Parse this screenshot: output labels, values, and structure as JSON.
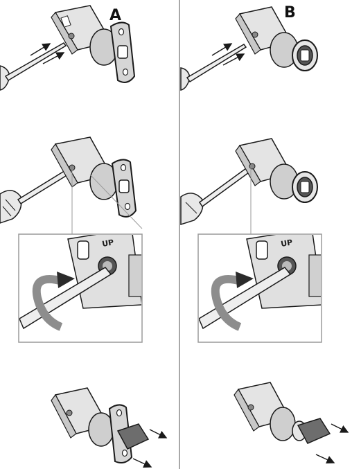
{
  "panels": {
    "left": {
      "label": "A"
    },
    "right": {
      "label": "B"
    }
  },
  "zoom": {
    "stamp": "UP"
  },
  "colors": {
    "line": "#1a1a1a",
    "metal": "#d8d8d8",
    "metal_dark": "#9a9a9a",
    "latch": "#6d6d6d",
    "divider": "#a8a8a8",
    "arrow_curve": "#8d8d8d",
    "arrow_head": "#2b2b2b"
  }
}
